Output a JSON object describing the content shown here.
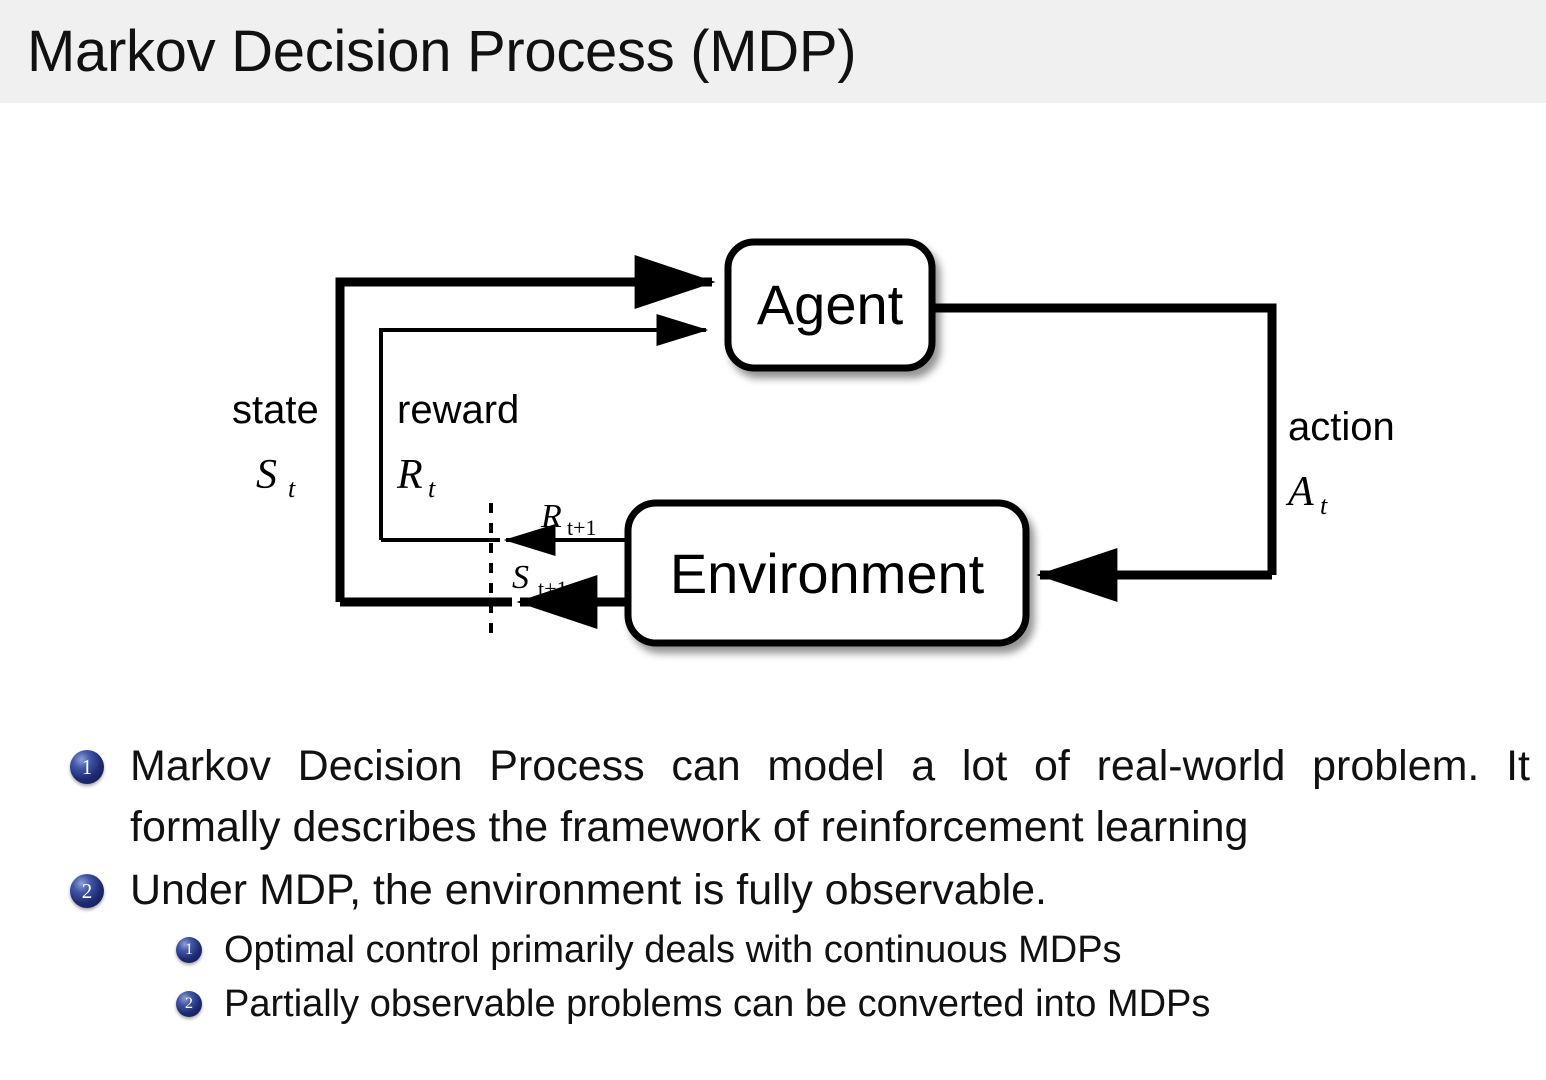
{
  "slide": {
    "title": "Markov Decision Process (MDP)",
    "header_bg": "#f0f0f0",
    "page_bg": "#ffffff",
    "text_color": "#111111"
  },
  "diagram": {
    "name": "agent-environment-interaction-loop",
    "boxes": [
      {
        "id": "agent",
        "label": "Agent"
      },
      {
        "id": "environment",
        "label": "Environment"
      }
    ],
    "labels": {
      "state_word": "state",
      "state_sym": "S",
      "state_sub": "t",
      "reward_word": "reward",
      "reward_sym": "R",
      "reward_sub": "t",
      "action_word": "action",
      "action_sym": "A",
      "action_sub": "t",
      "reward_next_sym": "R",
      "reward_next_sub": "t+1",
      "state_next_sym": "S",
      "state_next_sub": "t+1"
    },
    "stroke_color": "#000000"
  },
  "bullets": {
    "level1": [
      {
        "number": "1",
        "text": "Markov Decision Process can model a lot of real-world problem. It formally describes the framework of reinforcement learning"
      },
      {
        "number": "2",
        "text": "Under MDP, the environment is fully observable."
      }
    ],
    "level2": [
      {
        "number": "1",
        "text": "Optimal control primarily deals with continuous MDPs"
      },
      {
        "number": "2",
        "text": "Partially observable problems can be converted into MDPs"
      }
    ],
    "marker_color": "#1d2a70"
  }
}
